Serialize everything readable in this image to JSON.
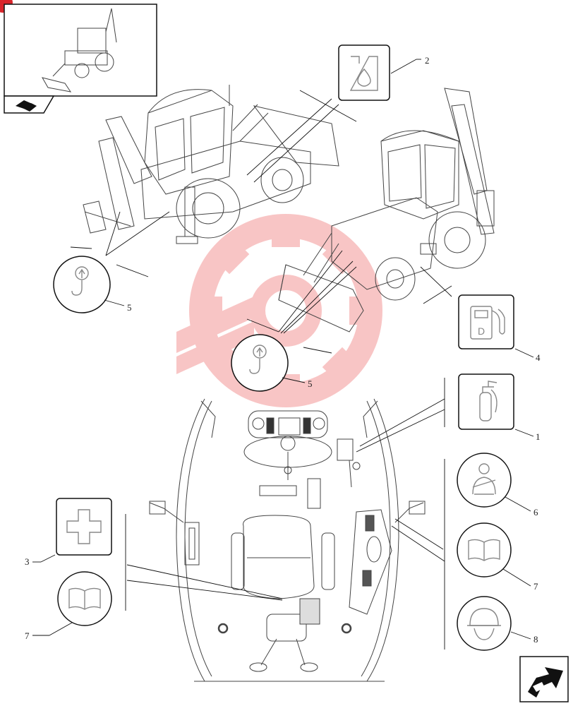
{
  "callouts": [
    {
      "id": "c2",
      "label": "2"
    },
    {
      "id": "c5a",
      "label": "5"
    },
    {
      "id": "c5b",
      "label": "5"
    },
    {
      "id": "c4",
      "label": "4"
    },
    {
      "id": "c1",
      "label": "1"
    },
    {
      "id": "c6",
      "label": "6"
    },
    {
      "id": "c3",
      "label": "3"
    },
    {
      "id": "c7a",
      "label": "7"
    },
    {
      "id": "c7b",
      "label": "7"
    },
    {
      "id": "c8",
      "label": "8"
    }
  ],
  "decals": {
    "1": "fire-extinguisher-icon",
    "2": "hydraulic-fluid-icon",
    "3": "first-aid-icon",
    "4": "diesel-fuel-icon",
    "5": "lifting-hook-icon",
    "6": "seat-belt-icon",
    "7": "read-manual-icon",
    "8": "hard-hat-icon"
  },
  "colors": {
    "watermark": "#f08080",
    "corner_badge": "#d9262c"
  }
}
